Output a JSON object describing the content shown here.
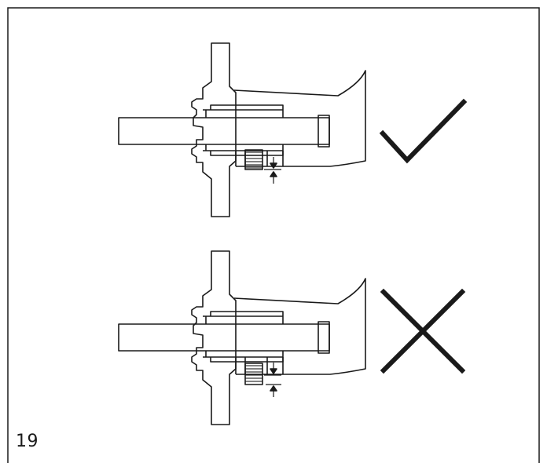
{
  "figure": {
    "page_number": "19",
    "panels": [
      {
        "id": "correct",
        "verdict": "correct",
        "icon": "checkmark-icon"
      },
      {
        "id": "incorrect",
        "verdict": "incorrect",
        "icon": "cross-icon"
      }
    ]
  },
  "colors": {
    "line": "#1a1a1a",
    "background": "#ffffff"
  }
}
